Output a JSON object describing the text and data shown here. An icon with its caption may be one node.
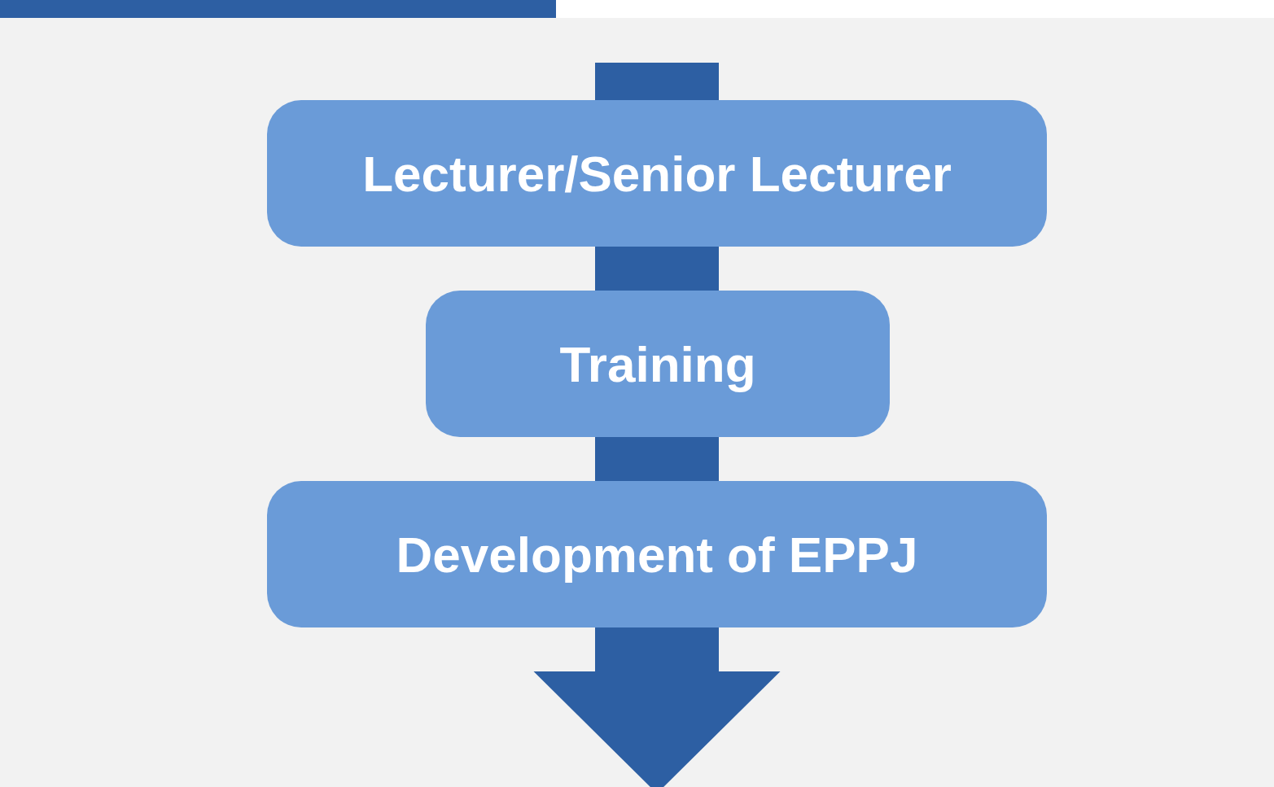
{
  "diagram": {
    "nodes": [
      {
        "text": [
          "Lecturer/Senior Lecturer"
        ]
      },
      {
        "text": [
          "Training"
        ]
      },
      {
        "text": [
          "Development of EPPJ"
        ]
      }
    ],
    "edges": [
      {
        "from": null,
        "to": 0,
        "arrow": "none"
      },
      {
        "from": 0,
        "to": 1,
        "arrow": "none"
      },
      {
        "from": 1,
        "to": 2,
        "arrow": "none"
      },
      {
        "from": 2,
        "to": null,
        "arrow": "to"
      }
    ]
  }
}
